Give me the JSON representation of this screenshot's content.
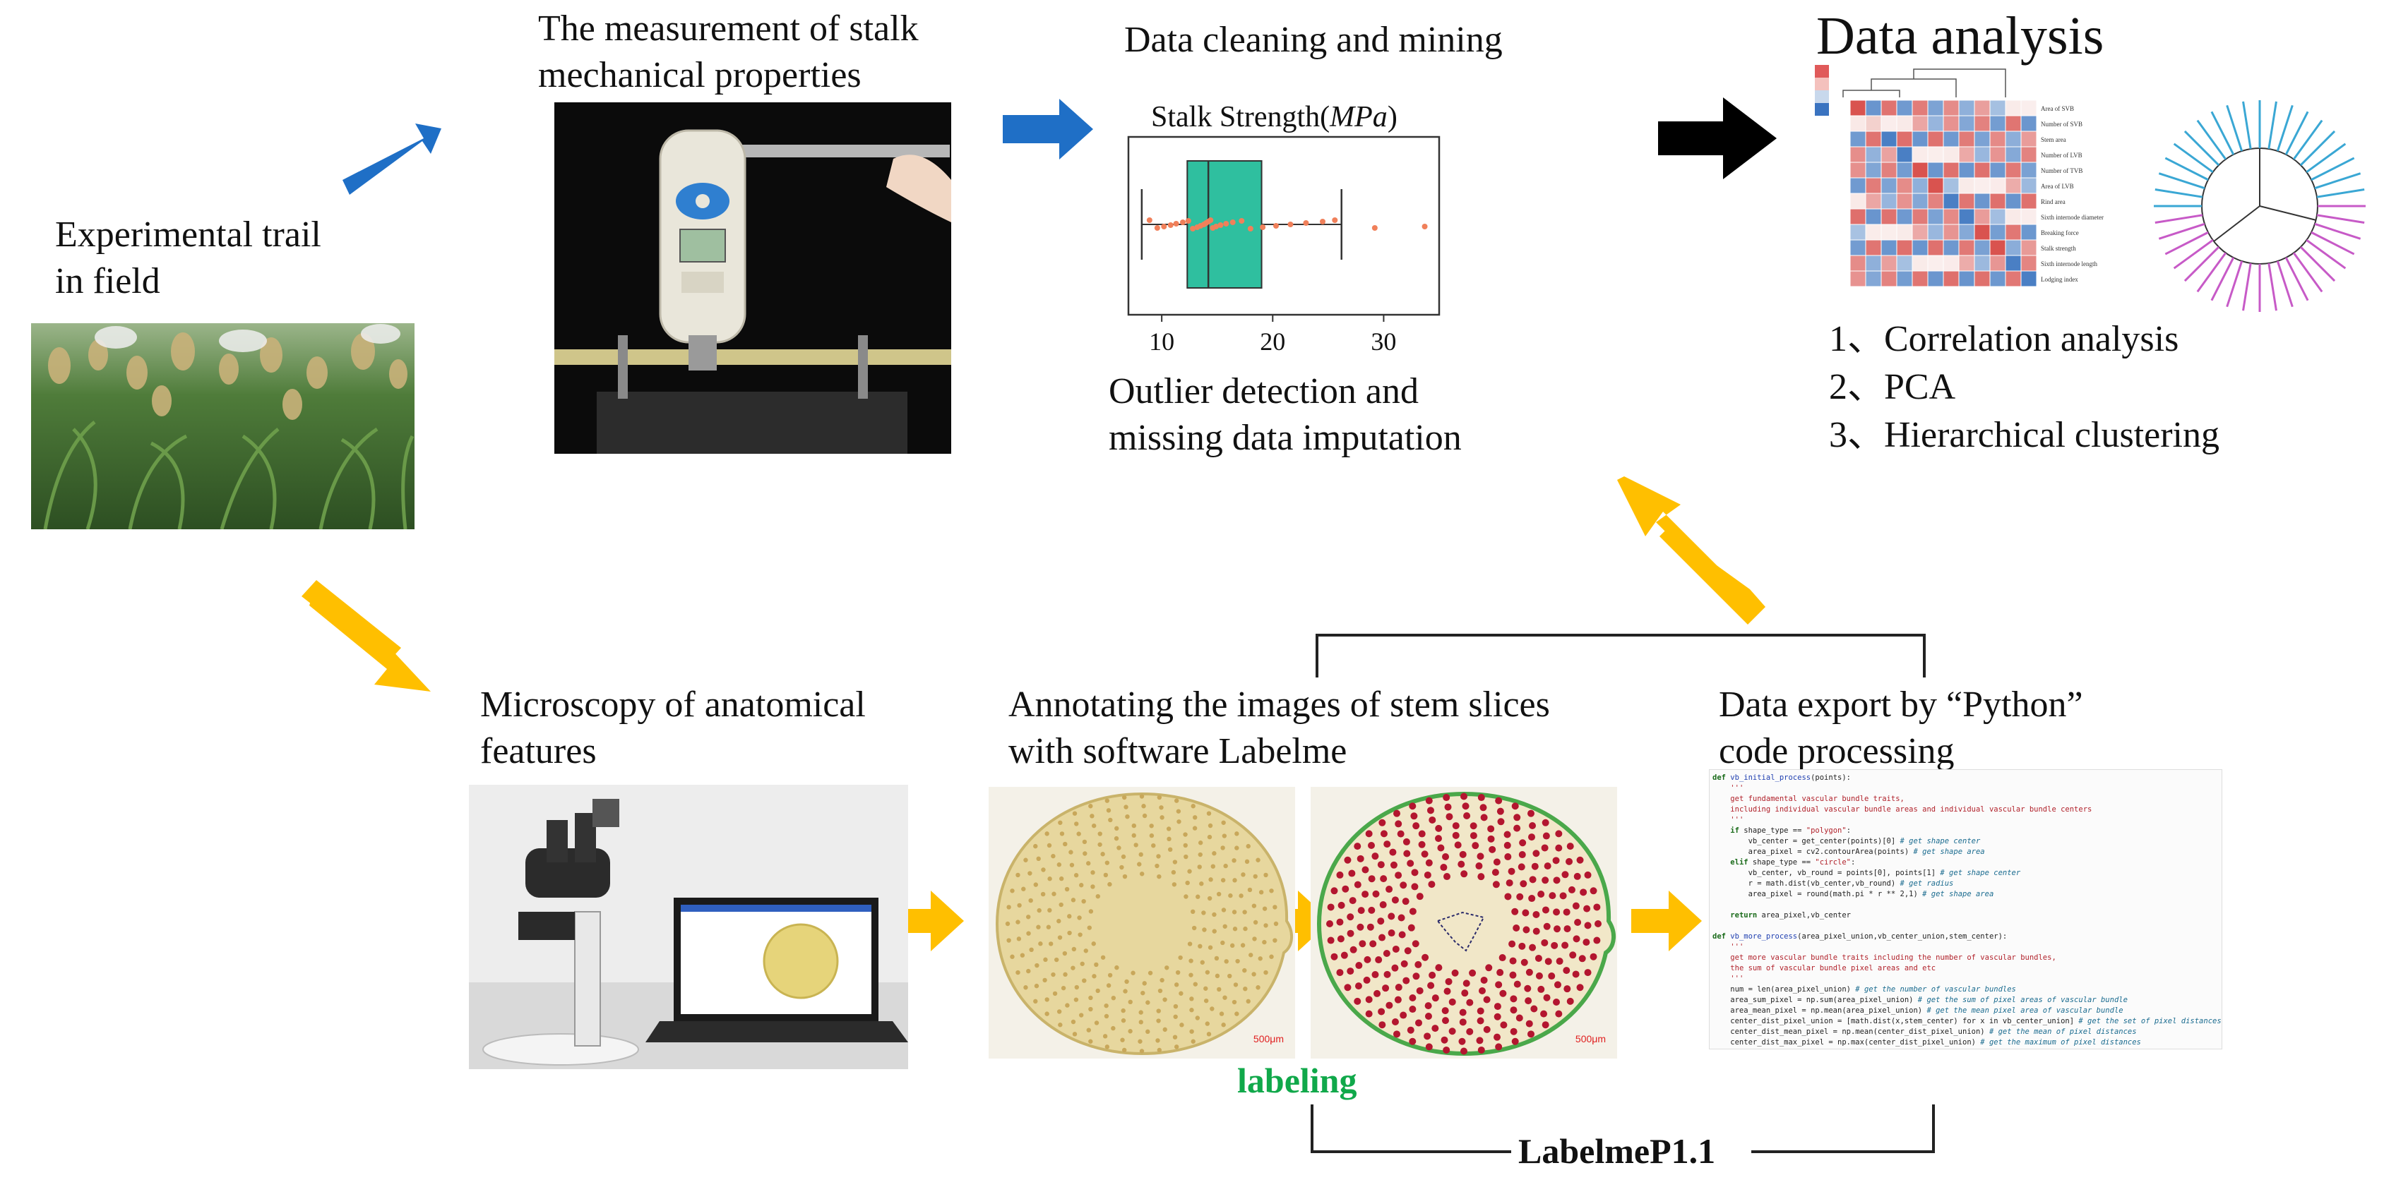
{
  "field": {
    "title_line1": "Experimental trail",
    "title_line2": "in field"
  },
  "measurement": {
    "title_line1": "The measurement of stalk",
    "title_line2": "mechanical properties"
  },
  "cleaning": {
    "title": "Data cleaning and mining",
    "plot_title": "Stalk Strength(MPa)",
    "plot_title_plain": "Stalk Strength(",
    "plot_title_unit": "MPa",
    "plot_title_close": ")",
    "axis_ticks": [
      "10",
      "20",
      "30"
    ],
    "caption_line1": "Outlier detection and",
    "caption_line2": "missing data imputation"
  },
  "analysis": {
    "title": "Data analysis",
    "items": [
      "1、Correlation analysis",
      "2、PCA",
      "3、Hierarchical clustering"
    ],
    "heatmap_labels": [
      "Area of SVB",
      "Number of SVB",
      "Stem area",
      "Number of LVB",
      "Number of TVB",
      "Area of LVB",
      "Rind area",
      "Sixth internode diameter",
      "Breaking force",
      "Stalk strength",
      "Sixth internode length",
      "Lodging index"
    ]
  },
  "microscopy": {
    "title_line1": "Microscopy of anatomical",
    "title_line2": "features"
  },
  "annotating": {
    "title_line1": "Annotating the images of stem slices",
    "title_line2": "with software Labelme",
    "scale_label": "500μm",
    "labeling": "labeling",
    "tool_name": "LabelmeP1.1"
  },
  "export": {
    "title_line1": "Data export by “Python”",
    "title_line2": "code processing"
  },
  "colors": {
    "blue_arrow": "#1f6fc6",
    "yellow_arrow": "#ffbf00",
    "black_arrow": "#000000",
    "labeling_green": "#10a84a",
    "box_fill": "#2fbf9f",
    "points": "#f0805a"
  },
  "chart_data": {
    "type": "box",
    "title": "Stalk Strength(MPa)",
    "xlim": [
      7,
      35
    ],
    "ticks": [
      10,
      20,
      30
    ],
    "box": {
      "whisker_low": 8.2,
      "q1": 12.3,
      "median": 14.2,
      "q3": 19.0,
      "whisker_high": 26.2
    },
    "points": [
      8.9,
      9.6,
      10.2,
      10.8,
      11.3,
      11.9,
      12.4,
      12.8,
      13.2,
      13.5,
      13.8,
      14.0,
      14.2,
      14.4,
      14.6,
      14.9,
      15.3,
      15.8,
      16.4,
      17.2,
      18.0,
      19.1,
      20.3,
      21.6,
      23.0,
      24.5,
      25.6,
      29.2,
      33.7
    ]
  }
}
